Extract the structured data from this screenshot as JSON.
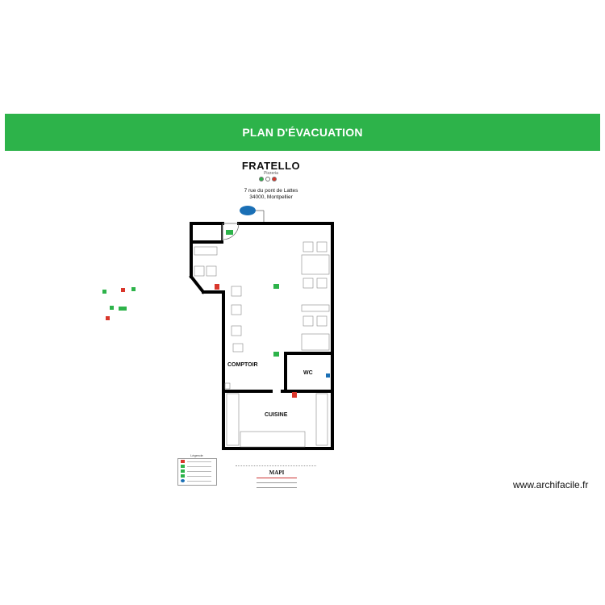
{
  "header": {
    "title": "PLAN D'ÉVACUATION",
    "bar_color": "#2db34a"
  },
  "brand": {
    "name": "FRATELLO",
    "subtitle": "Pizzeria",
    "dot_colors": [
      "#2db34a",
      "#ffffff",
      "#d9362b"
    ]
  },
  "address": {
    "line1": "7 rue du pont de Lattes",
    "line2": "34000, Montpellier"
  },
  "rooms": {
    "comptoir": "COMPTOIR",
    "wc": "WC",
    "cuisine": "CUISINE"
  },
  "legend": {
    "title": "Légende"
  },
  "footer": {
    "company": "MAPI"
  },
  "watermark": "www.archifacile.fr",
  "colors": {
    "exit_green": "#2db34a",
    "fire_red": "#d9362b",
    "wall": "#000000",
    "badge_blue": "#1a6fb5"
  }
}
